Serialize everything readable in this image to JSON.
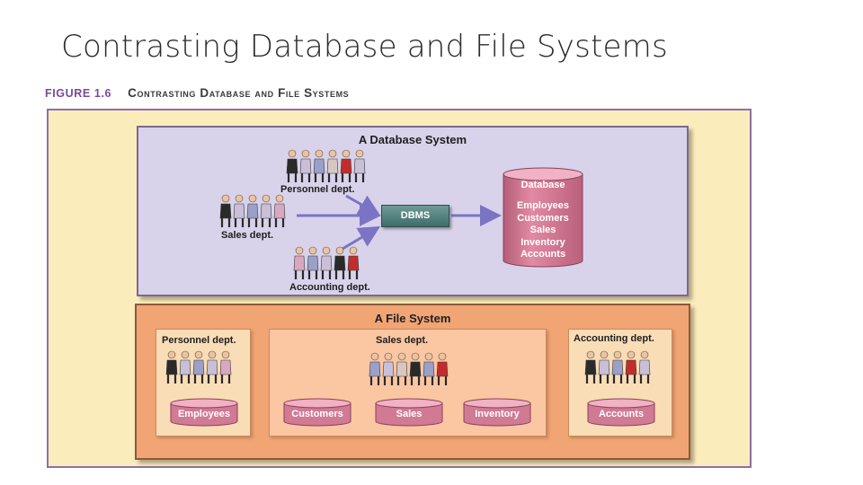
{
  "slide": {
    "title": "Contrasting Database and File Systems"
  },
  "figure": {
    "number": "FIGURE 1.6",
    "caption": "Contrasting Database and File Systems"
  },
  "database_system": {
    "title": "A Database System",
    "groups": {
      "personnel": "Personnel dept.",
      "sales": "Sales dept.",
      "accounting": "Accounting dept."
    },
    "dbms": "DBMS",
    "database": {
      "title": "Database",
      "items": [
        "Employees",
        "Customers",
        "Sales",
        "Inventory",
        "Accounts"
      ]
    }
  },
  "file_system": {
    "title": "A File System",
    "personnel": {
      "label": "Personnel dept.",
      "files": [
        "Employees"
      ]
    },
    "sales": {
      "label": "Sales dept.",
      "files": [
        "Customers",
        "Sales",
        "Inventory"
      ]
    },
    "accounting": {
      "label": "Accounting dept.",
      "files": [
        "Accounts"
      ]
    }
  },
  "colors": {
    "frame_bg": "#fbedbb",
    "db_panel": "#d8d3ea",
    "fs_panel": "#f1a574",
    "dbms": "#4f7f7b",
    "cylinder": "#d67f98",
    "arrow": "#7b74c4"
  }
}
